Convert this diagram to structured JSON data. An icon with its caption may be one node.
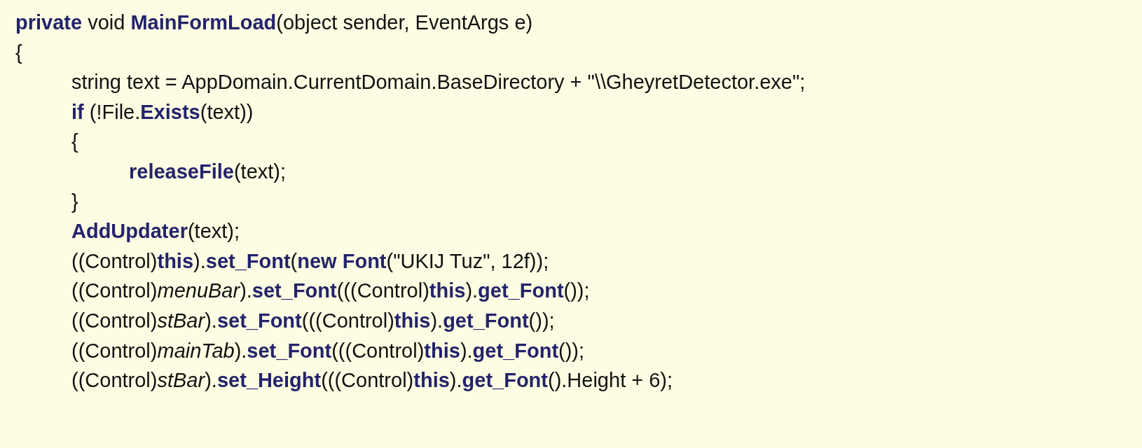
{
  "diagram": {
    "labels": [
      "**private** void **MainFormLoad**(object sender, EventArgs e)",
      "{",
      "string text = AppDomain.CurrentDomain.BaseDirectory + \"\\\\GheyretDetector.exe\";",
      "**if** (!File.**Exists**(text))",
      "{",
      "**releaseFile**(text);",
      "}",
      "**AddUpdater**(text);",
      "((Control)**this**).**set_Font**(**new Font**(\"UKIJ Tuz\", 12f));",
      "((Control)*menuBar*).**set_Font**(((Control)**this**).**get_Font**());",
      "((Control)*stBar*).**set_Font**(((Control)**this**).**get_Font**());",
      "((Control)*mainTab*).**set_Font**(((Control)**this**).**get_Font**());",
      "((Control)*stBar*).**set_Height**(((Control)**this**).**get_Font**().Height + 6);"
    ]
  }
}
